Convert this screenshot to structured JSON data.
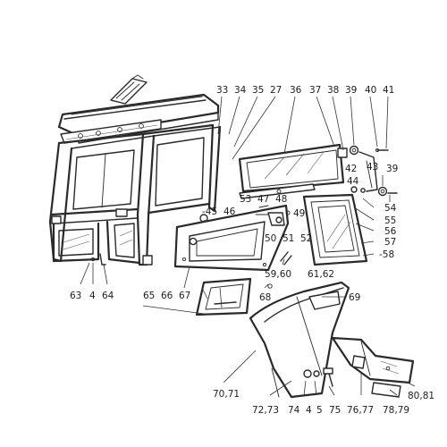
{
  "callouts": [
    {
      "id": "c33",
      "text": "33"
    },
    {
      "id": "c34",
      "text": "34"
    },
    {
      "id": "c35",
      "text": "35"
    },
    {
      "id": "c27",
      "text": "27"
    },
    {
      "id": "c36",
      "text": "36"
    },
    {
      "id": "c37",
      "text": "37"
    },
    {
      "id": "c38",
      "text": "38"
    },
    {
      "id": "c39a",
      "text": "39"
    },
    {
      "id": "c40",
      "text": "40"
    },
    {
      "id": "c41",
      "text": "41"
    },
    {
      "id": "c42",
      "text": "42"
    },
    {
      "id": "c43",
      "text": "43"
    },
    {
      "id": "c39b",
      "text": "39"
    },
    {
      "id": "c44",
      "text": "44"
    },
    {
      "id": "c53",
      "text": "53"
    },
    {
      "id": "c47",
      "text": "47"
    },
    {
      "id": "c48",
      "text": "48"
    },
    {
      "id": "c54",
      "text": "54"
    },
    {
      "id": "c45",
      "text": "-45"
    },
    {
      "id": "c46",
      "text": "46"
    },
    {
      "id": "c49",
      "text": "49"
    },
    {
      "id": "c55",
      "text": "55"
    },
    {
      "id": "c56",
      "text": "56"
    },
    {
      "id": "c50",
      "text": "50"
    },
    {
      "id": "c51",
      "text": "51"
    },
    {
      "id": "c52",
      "text": "52"
    },
    {
      "id": "c57",
      "text": "57"
    },
    {
      "id": "c58",
      "text": "-58"
    },
    {
      "id": "c5960",
      "text": "59,60"
    },
    {
      "id": "c6162",
      "text": "61,62"
    },
    {
      "id": "c63",
      "text": "63"
    },
    {
      "id": "c4a",
      "text": "4"
    },
    {
      "id": "c64",
      "text": "64"
    },
    {
      "id": "c65",
      "text": "65"
    },
    {
      "id": "c66",
      "text": "66"
    },
    {
      "id": "c67",
      "text": "67"
    },
    {
      "id": "c68",
      "text": "68"
    },
    {
      "id": "c69",
      "text": "69"
    },
    {
      "id": "c7071",
      "text": "70,71"
    },
    {
      "id": "c7273",
      "text": "72,73"
    },
    {
      "id": "c74",
      "text": "74"
    },
    {
      "id": "c4b",
      "text": "4"
    },
    {
      "id": "c5",
      "text": "5"
    },
    {
      "id": "c75",
      "text": "75"
    },
    {
      "id": "c7677",
      "text": "76,77"
    },
    {
      "id": "c7879",
      "text": "78,79"
    },
    {
      "id": "c8081",
      "text": "80,81"
    }
  ]
}
